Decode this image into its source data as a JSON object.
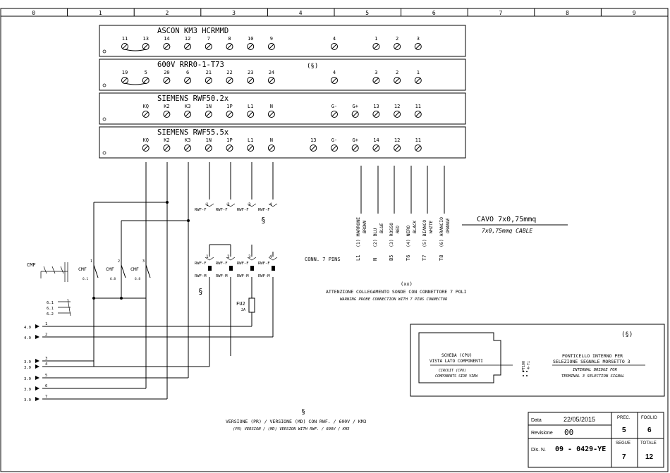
{
  "ruler": {
    "cols": [
      "0",
      "1",
      "2",
      "3",
      "4",
      "5",
      "6",
      "7",
      "8",
      "9"
    ]
  },
  "terminal_blocks": [
    {
      "title": "ASCON    KM3 HCRMMD",
      "extra": "",
      "terminals": [
        {
          "label": "11",
          "col": 0
        },
        {
          "label": "13",
          "col": 1
        },
        {
          "label": "14",
          "col": 2
        },
        {
          "label": "12",
          "col": 3
        },
        {
          "label": "7",
          "col": 4
        },
        {
          "label": "8",
          "col": 5
        },
        {
          "label": "10",
          "col": 6
        },
        {
          "label": "9",
          "col": 7
        },
        {
          "label": "4",
          "col": 10
        },
        {
          "label": "1",
          "col": 12
        },
        {
          "label": "2",
          "col": 13
        },
        {
          "label": "3",
          "col": 14
        }
      ],
      "bridge": [
        0,
        1
      ]
    },
    {
      "title": "600V RRR0-1-T73",
      "extra": "(§)",
      "terminals": [
        {
          "label": "19",
          "col": 0
        },
        {
          "label": "5",
          "col": 1
        },
        {
          "label": "20",
          "col": 2
        },
        {
          "label": "6",
          "col": 3
        },
        {
          "label": "21",
          "col": 4
        },
        {
          "label": "22",
          "col": 5
        },
        {
          "label": "23",
          "col": 6
        },
        {
          "label": "24",
          "col": 7
        },
        {
          "label": "4",
          "col": 10
        },
        {
          "label": "3",
          "col": 12
        },
        {
          "label": "2",
          "col": 13
        },
        {
          "label": "1",
          "col": 14
        }
      ],
      "bridge": [
        0,
        1
      ]
    },
    {
      "title": "SIEMENS RWF50.2x",
      "extra": "",
      "terminals": [
        {
          "label": "KQ",
          "col": 1
        },
        {
          "label": "K2",
          "col": 2
        },
        {
          "label": "K3",
          "col": 3
        },
        {
          "label": "1N",
          "col": 4
        },
        {
          "label": "1P",
          "col": 5
        },
        {
          "label": "L1",
          "col": 6
        },
        {
          "label": "N",
          "col": 7
        },
        {
          "label": "G-",
          "col": 10
        },
        {
          "label": "G+",
          "col": 11
        },
        {
          "label": "13",
          "col": 12
        },
        {
          "label": "12",
          "col": 13
        },
        {
          "label": "11",
          "col": 14
        }
      ],
      "bridge": []
    },
    {
      "title": "SIEMENS RWF55.5x",
      "extra": "",
      "terminals": [
        {
          "label": "KQ",
          "col": 1
        },
        {
          "label": "K2",
          "col": 2
        },
        {
          "label": "K3",
          "col": 3
        },
        {
          "label": "1N",
          "col": 4
        },
        {
          "label": "1P",
          "col": 5
        },
        {
          "label": "L1",
          "col": 6
        },
        {
          "label": "N",
          "col": 7
        },
        {
          "label": "13",
          "col": 9
        },
        {
          "label": "G-",
          "col": 10
        },
        {
          "label": "G+",
          "col": 11
        },
        {
          "label": "14",
          "col": 12
        },
        {
          "label": "12",
          "col": 13
        },
        {
          "label": "11",
          "col": 14
        }
      ],
      "bridge": []
    }
  ],
  "connectors": {
    "rwf_f_upper": [
      "RWF-F",
      "RWF-F",
      "RWF-F",
      "RWF-F"
    ],
    "rwf_f_numbers": [
      "1",
      "2",
      "3",
      "4"
    ],
    "rwf_f_lower": [
      "RWF-F",
      "RWF-F",
      "RWF-F",
      "RWF-F"
    ],
    "rwf_m_lower": [
      "RWF-M",
      "RWF-M",
      "RWF-M",
      "RWF-M"
    ],
    "section_mark": "§",
    "fuse_label": "FU2",
    "fuse_rating": "2A"
  },
  "cmf": {
    "main_label": "CMF",
    "contacts": [
      {
        "label": "CMF",
        "sub": "6.1",
        "num": "1"
      },
      {
        "label": "CMF",
        "sub": "6.8",
        "num": "2"
      },
      {
        "label": "CMF",
        "sub": "6.8",
        "num": "3"
      }
    ],
    "refs": [
      "6.1",
      "6.1",
      "6.2"
    ]
  },
  "left_wires": [
    {
      "ref": "4.9",
      "num": "1"
    },
    {
      "ref": "4.9",
      "num": "2"
    },
    {
      "ref": "3.9",
      "num": "3"
    },
    {
      "ref": "3.9",
      "num": "4"
    },
    {
      "ref": "3.9",
      "num": "5"
    },
    {
      "ref": "3.9",
      "num": "6"
    },
    {
      "ref": "3.9",
      "num": "7"
    }
  ],
  "cable": {
    "wires": [
      {
        "pin": "L1",
        "it": "(1) MARRONE",
        "en": "BROWN"
      },
      {
        "pin": "N",
        "it": "(2) BLU",
        "en": "BLUE"
      },
      {
        "pin": "B5",
        "it": "(3) ROSSO",
        "en": "RED"
      },
      {
        "pin": "T6",
        "it": "(4) NERO",
        "en": "BLACK"
      },
      {
        "pin": "T7",
        "it": "(5) BIANCO",
        "en": "WHITE"
      },
      {
        "pin": "T8",
        "it": "(6) ARANCIO",
        "en": "ORANGE"
      }
    ],
    "title_it": "CAVO 7x0,75mmq",
    "title_en": "7x0,75mmq CABLE",
    "conn_label": "CONN. 7 PINS",
    "xx": "(xx)",
    "warn_it": "ATTENZIONE COLLEGAMENTO SONDE CON CONNETTORE 7 POLI",
    "warn_en": "WARNING PROBE CONNECTION WITH 7 PINS CONNECTOR"
  },
  "bridge_box": {
    "section": "(§)",
    "board_it_1": "SCHEDA (CPU)",
    "board_it_2": "VISTA LATO COMPONENTI",
    "board_en_1": "CIRCUIT (CPU)",
    "board_en_2": "COMPONENTS SIDE VIEW",
    "pin_1": "PT100",
    "pin_2": "4-Ti",
    "bridge_it_1": "PONTICELLO INTERNO PER",
    "bridge_it_2": "SELEZIONE SEGNALE MORSETTO 3",
    "bridge_en_1": "INTERNAL BRIDGE FOR",
    "bridge_en_2": "TERMINAL 3 SELECTION SIGNAL"
  },
  "footnote": {
    "mark": "§",
    "it": "VERSIONE (PR) / VERSIONE (MD) CON RWF. / 600V / KM3",
    "en": "(PR) VERSION / (MD) VERSION WITH RWF. / 600V / KM3"
  },
  "title_block": {
    "data_label": "Data",
    "data_value": "22/05/2015",
    "rev_label": "Revisione",
    "rev_value": "00",
    "dis_label": "Dis. N.",
    "dis_value": "09 - 0429-YE",
    "prec_label": "PREC.",
    "prec_value": "5",
    "foglio_label": "FOGLIO",
    "foglio_value": "6",
    "segue_label": "SEGUE",
    "segue_value": "7",
    "totale_label": "TOTALE",
    "totale_value": "12"
  }
}
